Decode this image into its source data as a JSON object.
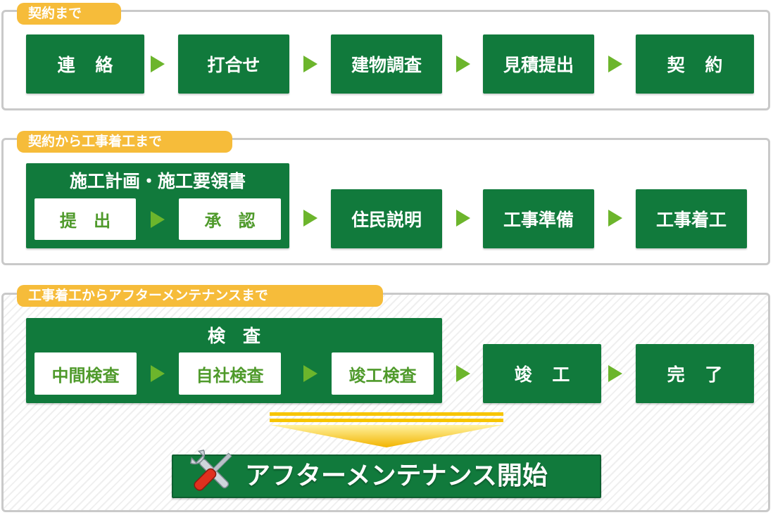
{
  "sections": [
    {
      "label": "契約まで",
      "steps": [
        "連 絡",
        "打合せ",
        "建物調査",
        "見積提出",
        "契 約"
      ]
    },
    {
      "label": "契約から工事着工まで",
      "group_title": "施工計画・施工要領書",
      "group_steps": [
        "提 出",
        "承 認"
      ],
      "steps": [
        "住民説明",
        "工事準備",
        "工事着工"
      ]
    },
    {
      "label": "工事着工からアフターメンテナンスまで",
      "group_title": "検　査",
      "group_steps": [
        "中間検査",
        "自社検査",
        "竣工検査"
      ],
      "steps": [
        "竣 工",
        "完 了"
      ]
    }
  ],
  "maintenance": {
    "label": "アフターメンテナンス開始",
    "icon": "tools-icon"
  },
  "colors": {
    "green": "#117a3c",
    "arrow_green": "#6cb52c",
    "tag_orange": "#f6bc3a",
    "border_gray": "#c9c9c9",
    "big_arrow_yellow": "#f7c500"
  }
}
